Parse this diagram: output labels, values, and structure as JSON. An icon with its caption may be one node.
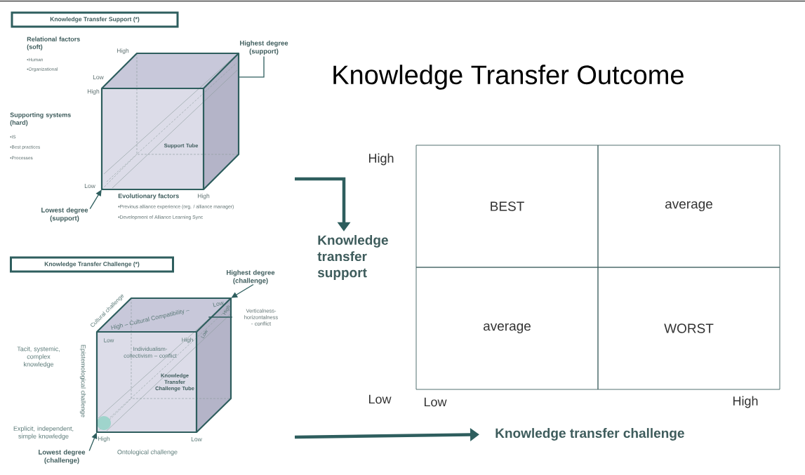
{
  "diagram": {
    "title": "Knowledge Transfer Outcome",
    "nodes": [
      {
        "text": [
          "Knowledge Transfer Support (*)"
        ]
      },
      {
        "text": [
          "Highest degree (support)"
        ]
      },
      {
        "text": [
          "Support Tube"
        ]
      },
      {
        "text": [
          "Lowest degree (support)"
        ]
      },
      {
        "text": [
          "Knowledge Transfer Challenge (*)"
        ]
      },
      {
        "text": [
          "Highest degree (challenge)"
        ]
      },
      {
        "text": [
          "Verticalness-horizontalness - conflict"
        ]
      },
      {
        "text": [
          "Knowledge Transfer Challenge Tube"
        ]
      },
      {
        "text": [
          "Lowest degree (challenge)"
        ]
      },
      {
        "text": [
          "Knowledge transfer support"
        ]
      },
      {
        "text": [
          "BEST"
        ]
      },
      {
        "text": [
          "average"
        ]
      },
      {
        "text": [
          "average"
        ]
      },
      {
        "text": [
          "WORST"
        ]
      },
      {
        "text": [
          "Knowledge transfer challenge"
        ]
      }
    ],
    "edges": [
      {
        "from": 3,
        "to": 2,
        "arrow": "to"
      },
      {
        "from": 1,
        "to": 2,
        "arrow": "none"
      },
      {
        "from": 5,
        "to": 7,
        "arrow": "to"
      },
      {
        "from": 8,
        "to": 7,
        "arrow": "to"
      },
      {
        "from": 6,
        "to": 7,
        "arrow": "none"
      },
      {
        "from": null,
        "to": 9,
        "arrow": "to",
        "style": "thick"
      },
      {
        "from": null,
        "to": 14,
        "arrow": "to",
        "style": "thick"
      }
    ],
    "labels": [
      "Relational factors (soft)",
      "•Human",
      "•Organizational",
      "High",
      "Low",
      "High",
      "Supporting systems (hard)",
      "•IS",
      "•Best practices",
      "•Processes",
      "Low",
      "Evolutionary factors",
      "High",
      "•Previous alliance experience (org. / alliance manager)",
      "•Development of Alliance Learning Sync",
      "Cultural challenge",
      "High – Cultural Compatibility –",
      "Low",
      "High",
      "Low",
      "Low",
      "High",
      "Tacit, systemic, complex knowledge",
      "Individualism-collectivism – conflict",
      "Epistemological challenge",
      "Explicit, independent, simple knowledge",
      "High",
      "Low",
      "Ontological challenge",
      "High",
      "Low",
      "Low",
      "High"
    ]
  }
}
